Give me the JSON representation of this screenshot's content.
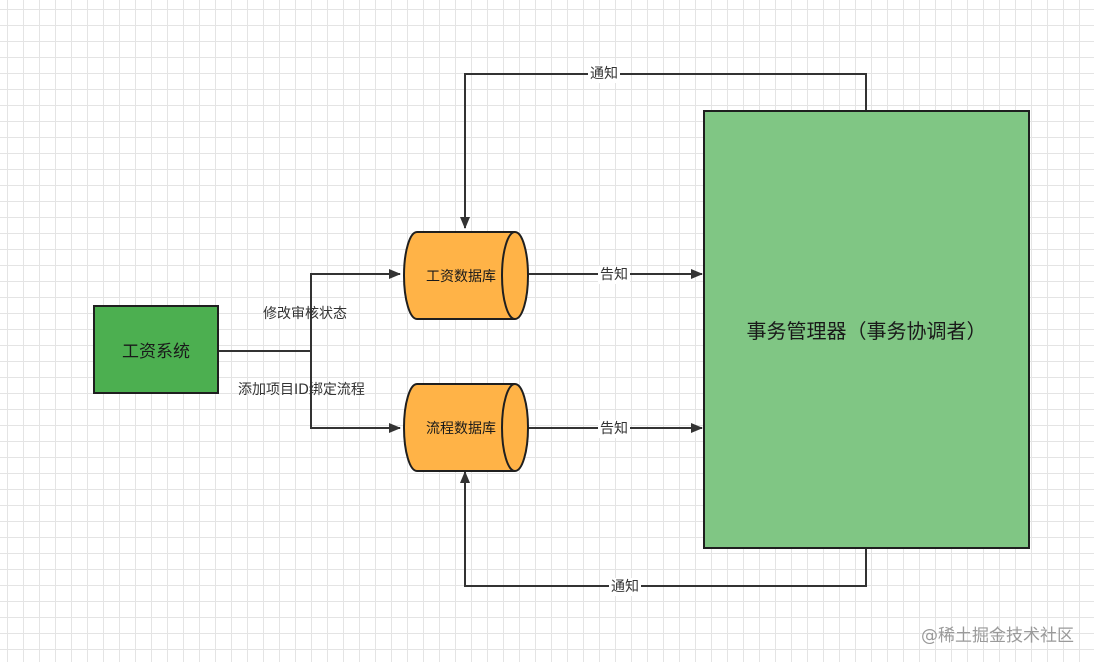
{
  "nodes": {
    "payroll_system": {
      "label": "工资系统",
      "fill": "#4caf50"
    },
    "payroll_db": {
      "label": "工资数据库",
      "fill": "#ffb347"
    },
    "process_db": {
      "label": "流程数据库",
      "fill": "#ffb347"
    },
    "transaction_manager": {
      "label": "事务管理器（事务协调者）",
      "fill": "#80c684"
    }
  },
  "edges": {
    "notify_top": "通知",
    "inform_top": "告知",
    "modify_audit_status": "修改审核状态",
    "add_project_id": "添加项目ID绑定流程",
    "inform_bottom": "告知",
    "notify_bottom": "通知"
  },
  "watermark": "@稀土掘金技术社区",
  "colors": {
    "line": "#333333",
    "border": "#1f1f1f"
  }
}
